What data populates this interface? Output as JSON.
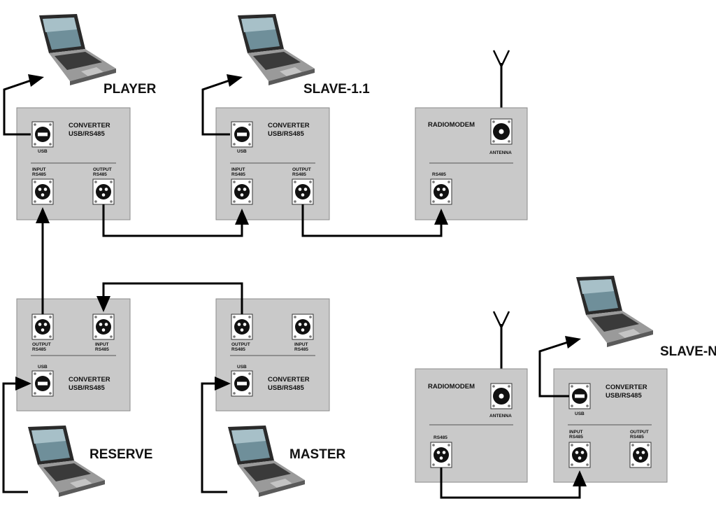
{
  "stations": {
    "player": "PLAYER",
    "slave_1_1": "SLAVE-1.1",
    "reserve": "RESERVE",
    "master": "MASTER",
    "slave_n_n": "SLAVE-N.n"
  },
  "converter": {
    "title_line1": "CONVERTER",
    "title_line2": "USB/RS485",
    "usb": "USB",
    "input": "INPUT",
    "output": "OUTPUT",
    "rs485": "RS485"
  },
  "radiomodem": {
    "title": "RADIOMODEM",
    "antenna": "ANTENNA",
    "rs485": "RS485"
  },
  "colors": {
    "device_panel": "#c9c9c9",
    "cable": "#000000",
    "laptop_screen": "#6f8f9a"
  }
}
